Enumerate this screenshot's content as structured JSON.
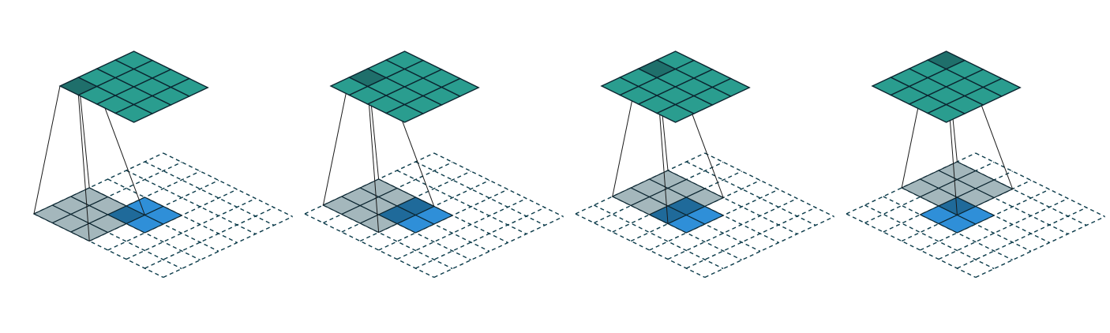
{
  "figure": {
    "panels": [
      {
        "kernel_position": [
          0,
          0
        ],
        "padded_grid_cells": 7,
        "input_cells": 2,
        "kernel_size": 3,
        "output_cells": 4
      },
      {
        "kernel_position": [
          0,
          1
        ],
        "padded_grid_cells": 7,
        "input_cells": 2,
        "kernel_size": 3,
        "output_cells": 4
      },
      {
        "kernel_position": [
          0,
          2
        ],
        "padded_grid_cells": 7,
        "input_cells": 2,
        "kernel_size": 3,
        "output_cells": 4
      },
      {
        "kernel_position": [
          0,
          3
        ],
        "padded_grid_cells": 7,
        "input_cells": 2,
        "kernel_size": 3,
        "output_cells": 4
      }
    ],
    "colors": {
      "output": "#2a9d8f",
      "output_active": "#1f6f6b",
      "kernel": "#9fb3b8",
      "input": "#2f8fd8",
      "overlap": "#1f6a9a",
      "grid_line": "#0b3b4a",
      "edge": "#0b2530"
    }
  }
}
